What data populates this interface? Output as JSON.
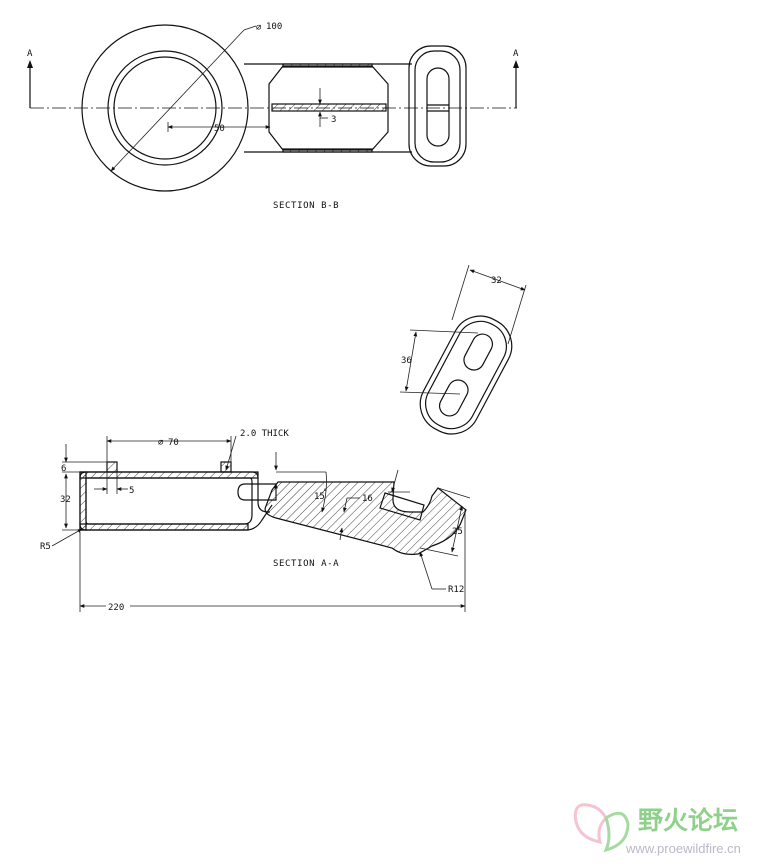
{
  "section_bb": {
    "title": "SECTION B-B",
    "view_arrow_left": "A",
    "view_arrow_right": "A",
    "dia_label": "100",
    "dim_50": "50",
    "dim_3": "3"
  },
  "detail": {
    "dim_32": "32",
    "dim_36": "36"
  },
  "section_aa": {
    "title": "SECTION A-A",
    "dia_label": "70",
    "thick_note": "2.0 THICK",
    "dim_6": "6",
    "dim_32": "32",
    "dim_5": "5",
    "dim_r5": "R5",
    "dim_15deg": "15",
    "dim_16": "16",
    "dim_25": "25",
    "dim_r12": "R12",
    "dim_220": "220"
  },
  "watermark": {
    "text": "野火论坛",
    "url": "www.proewildfire.cn",
    "colors": {
      "text": "#8fd18a",
      "url": "#b9b9c9",
      "logo": "#f2b6c6"
    }
  }
}
